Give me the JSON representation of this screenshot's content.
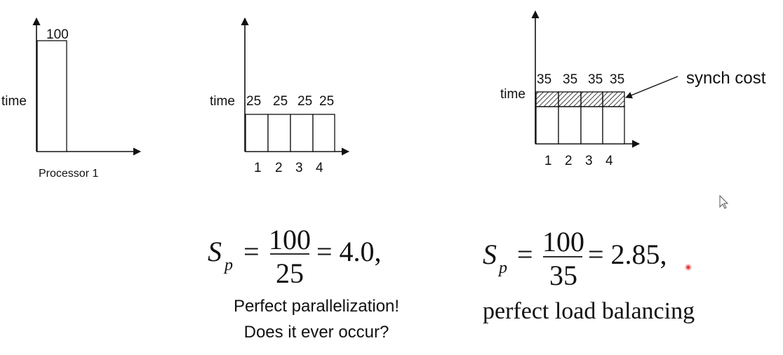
{
  "diagram1": {
    "ylabel": "time",
    "bar_value": "100",
    "xlabel": "Processor 1"
  },
  "diagram2": {
    "ylabel": "time",
    "bar_values": [
      "25",
      "25",
      "25",
      "25"
    ],
    "processors": [
      "1",
      "2",
      "3",
      "4"
    ]
  },
  "diagram3": {
    "ylabel": "time",
    "bar_values": [
      "35",
      "35",
      "35",
      "35"
    ],
    "processors": [
      "1",
      "2",
      "3",
      "4"
    ],
    "annotation": "synch cost"
  },
  "formula1": {
    "lhs": "S",
    "subscript": "p",
    "eq": "=",
    "numerator": "100",
    "denominator": "25",
    "result": "= 4.0,",
    "caption_line1": "Perfect parallelization!",
    "caption_line2": "Does it ever occur?"
  },
  "formula2": {
    "lhs": "S",
    "subscript": "p",
    "eq": "=",
    "numerator": "100",
    "denominator": "35",
    "result": "= 2.85,",
    "caption": "perfect load balancing"
  },
  "colors": {
    "ink": "#111111",
    "laser_dot": "#e83a3a"
  }
}
